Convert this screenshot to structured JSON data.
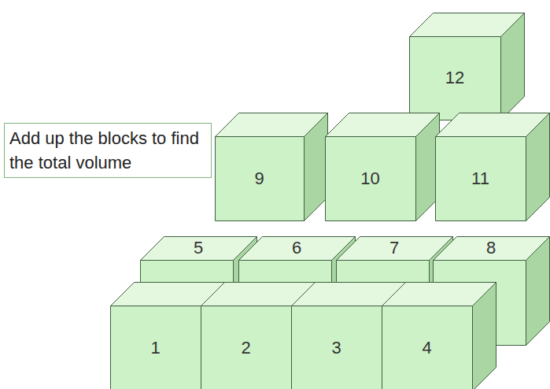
{
  "diagram": {
    "nodes": [
      {
        "text": [
          "12"
        ]
      },
      {
        "text": [
          "Add up the blocks to find the total volume"
        ]
      },
      {
        "text": [
          "9"
        ]
      },
      {
        "text": [
          "10"
        ]
      },
      {
        "text": [
          "11"
        ]
      },
      {
        "text": [
          "5"
        ]
      },
      {
        "text": [
          "6"
        ]
      },
      {
        "text": [
          "7"
        ]
      },
      {
        "text": [
          "8"
        ]
      },
      {
        "text": [
          "1"
        ]
      },
      {
        "text": [
          "2"
        ]
      },
      {
        "text": [
          "3"
        ]
      },
      {
        "text": [
          "4"
        ]
      }
    ]
  }
}
